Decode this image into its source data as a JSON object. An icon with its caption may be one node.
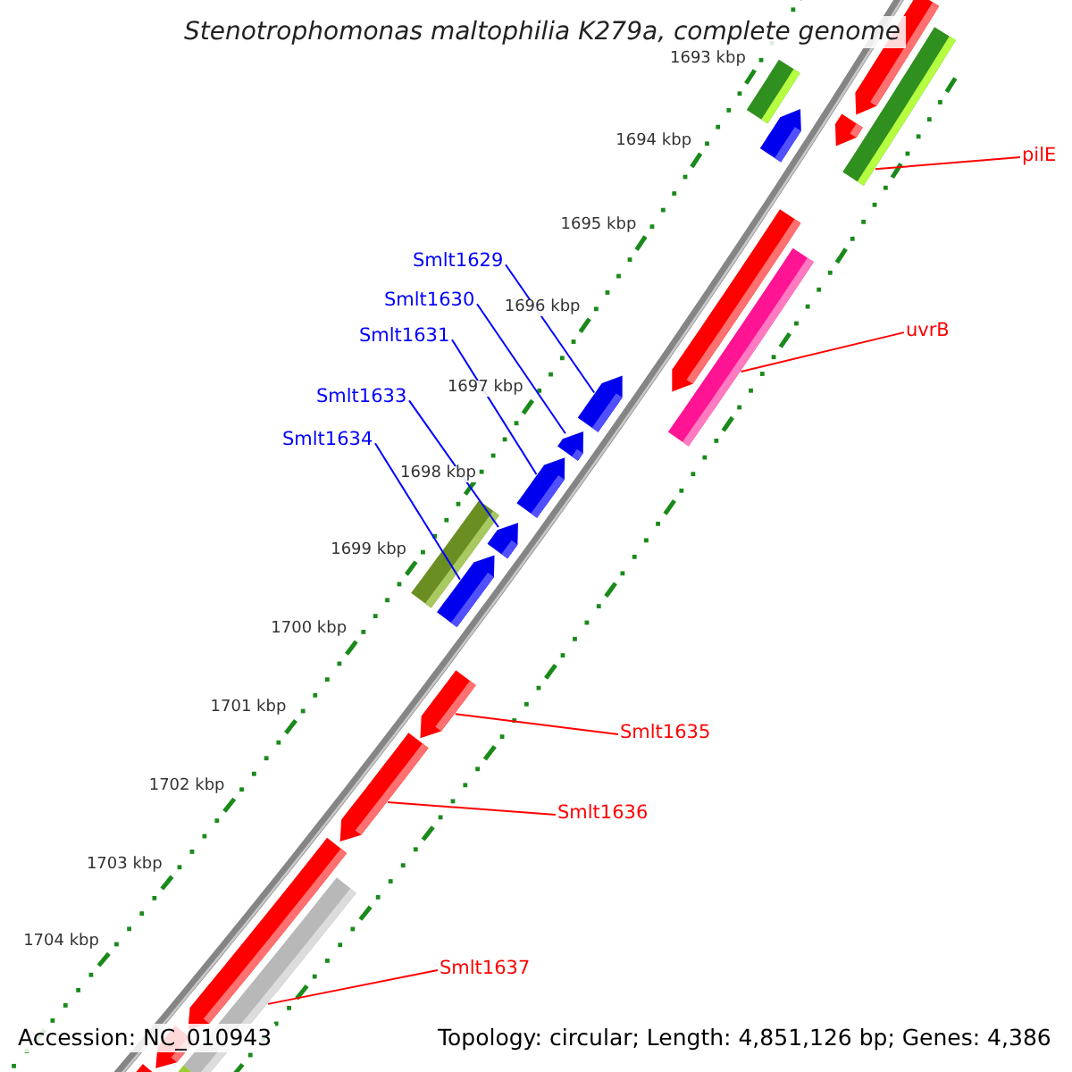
{
  "diagram": {
    "title": "Stenotrophomonas maltophilia K279a, complete genome",
    "nodes": [
      {
        "text": [
          "pilE"
        ]
      },
      {
        "text": [
          "Smlt1629"
        ]
      },
      {
        "text": [
          "Smlt1630"
        ]
      },
      {
        "text": [
          "uvrB"
        ]
      },
      {
        "text": [
          "Smlt1631"
        ]
      },
      {
        "text": [
          "Smlt1633"
        ]
      },
      {
        "text": [
          "Smlt1634"
        ]
      },
      {
        "text": [
          "Smlt1635"
        ]
      },
      {
        "text": [
          "Smlt1636"
        ]
      },
      {
        "text": [
          "Smlt1637"
        ]
      },
      {
        "text": [],
        "shape": "arrow"
      },
      {
        "text": [],
        "shape": "arrow"
      },
      {
        "text": [],
        "shape": "bar"
      },
      {
        "text": [],
        "shape": "bar"
      },
      {
        "text": [],
        "shape": "arrow"
      },
      {
        "text": [],
        "shape": "arrow"
      },
      {
        "text": [],
        "shape": "bar"
      },
      {
        "text": [],
        "shape": "arrow"
      },
      {
        "text": [],
        "shape": "arrow"
      },
      {
        "text": [],
        "shape": "arrow"
      },
      {
        "text": [],
        "shape": "arrow"
      },
      {
        "text": [],
        "shape": "arrow"
      },
      {
        "text": [],
        "shape": "bar"
      },
      {
        "text": [],
        "shape": "arrow"
      },
      {
        "text": [],
        "shape": "arrow"
      },
      {
        "text": [],
        "shape": "arrow"
      },
      {
        "text": [],
        "shape": "arrow"
      },
      {
        "text": [],
        "shape": "arrow"
      },
      {
        "text": [],
        "shape": "bar"
      },
      {
        "text": [],
        "shape": "bar"
      }
    ],
    "edges": [
      {
        "from": 0,
        "to": 12,
        "arrow": "none",
        "color": "#ff0000"
      },
      {
        "from": 1,
        "to": 17,
        "arrow": "none",
        "color": "#0000ff"
      },
      {
        "from": 2,
        "to": 18,
        "arrow": "none",
        "color": "#0000ff"
      },
      {
        "from": 3,
        "to": 16,
        "arrow": "none",
        "color": "#ff0000"
      },
      {
        "from": 4,
        "to": 19,
        "arrow": "none",
        "color": "#0000ff"
      },
      {
        "from": 5,
        "to": 20,
        "arrow": "none",
        "color": "#0000ff"
      },
      {
        "from": 6,
        "to": 21,
        "arrow": "none",
        "color": "#0000ff"
      },
      {
        "from": 7,
        "to": 23,
        "arrow": "none",
        "color": "#ff0000"
      },
      {
        "from": 8,
        "to": 24,
        "arrow": "none",
        "color": "#ff0000"
      },
      {
        "from": 9,
        "to": 28,
        "arrow": "none",
        "color": "#ff0000"
      }
    ],
    "labels": [
      "1693 kbp",
      "1694 kbp",
      "1695 kbp",
      "1696 kbp",
      "1697 kbp",
      "1698 kbp",
      "1699 kbp",
      "1700 kbp",
      "1701 kbp",
      "1702 kbp",
      "1703 kbp",
      "1704 kbp",
      "Accession: NC_010943",
      "Topology: circular; Length: 4,851,126 bp; Genes: 4,386"
    ]
  }
}
